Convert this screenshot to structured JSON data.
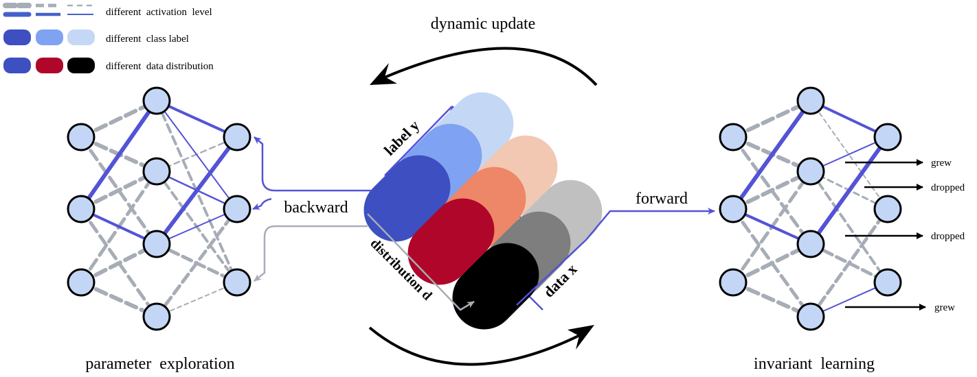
{
  "legend": {
    "activation_label": "different  activation  level",
    "class_label": "different  class label",
    "distribution_label": "different  data distribution"
  },
  "titles": {
    "top": "dynamic update",
    "left": "parameter  exploration",
    "right": "invariant  learning"
  },
  "arrows": {
    "backward": "backward",
    "forward": "forward"
  },
  "axes": {
    "label_y": "label y",
    "data_x": "data x",
    "distribution_d": "distribution d"
  },
  "neuron_annotations": [
    "grew",
    "dropped",
    "dropped",
    "grew"
  ],
  "colors": {
    "blue_edge": "#5353d6",
    "gray_edge": "#a7adb6",
    "node_fill": "#c3d6f5",
    "class_dark": "#3e4fc2",
    "class_mid": "#7fa3f2",
    "class_light": "#c4d8f6",
    "red": "#b0062a",
    "black": "#000000"
  }
}
